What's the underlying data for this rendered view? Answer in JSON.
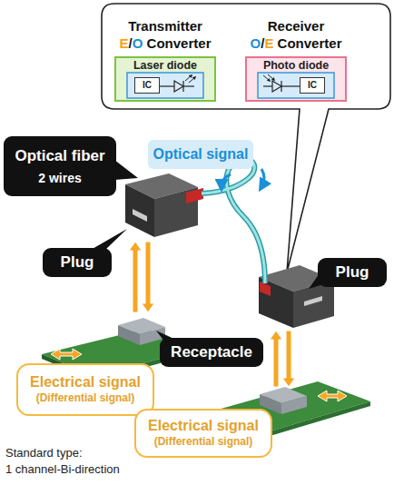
{
  "diagram": {
    "nodes": [
      {
        "text": [
          "Transmitter",
          "E/O Converter",
          "Laser diode"
        ]
      },
      {
        "text": [
          "IC"
        ],
        "in": 0
      },
      {
        "text": [
          "Receiver",
          "O/E Converter",
          "Photo diode"
        ]
      },
      {
        "text": [
          "IC"
        ],
        "in": 2
      },
      {
        "text": [
          "Optical fiber",
          "2 wires"
        ]
      },
      {
        "text": [
          "Optical signal"
        ]
      },
      {
        "text": [
          "Plug"
        ]
      },
      {
        "text": [
          "Plug"
        ]
      },
      {
        "text": [
          "Receptacle"
        ]
      },
      {
        "text": [
          "Electrical signal",
          "(Differential signal)"
        ]
      },
      {
        "text": [
          "Electrical signal",
          "(Differential signal)"
        ]
      }
    ],
    "labels": [
      "Standard type:",
      "1 channel-Bi-direction"
    ]
  }
}
